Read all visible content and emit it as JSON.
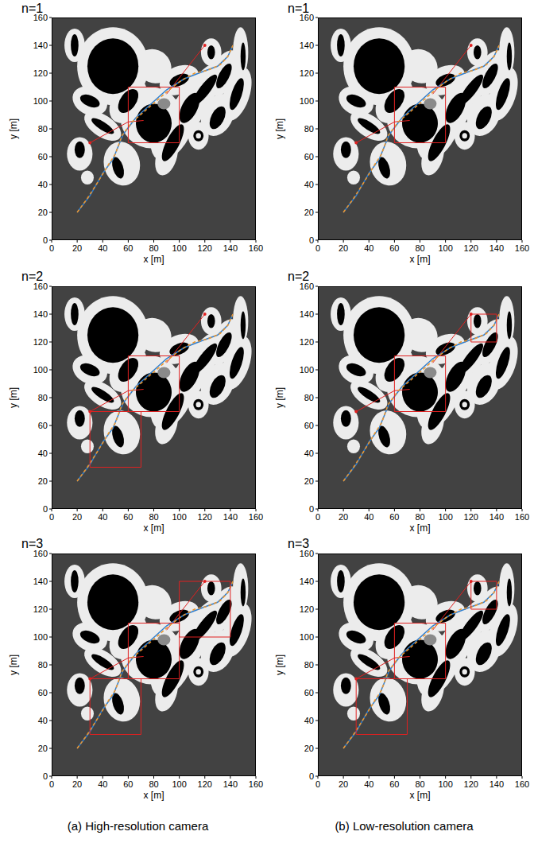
{
  "diagram": {
    "labels": [
      "n=1",
      "y [m]",
      "x [m]",
      "0",
      "20",
      "40",
      "60",
      "80",
      "100",
      "120",
      "140",
      "160",
      "0",
      "20",
      "40",
      "60",
      "80",
      "100",
      "120",
      "140",
      "160",
      "n=1",
      "y [m]",
      "x [m]",
      "0",
      "20",
      "40",
      "60",
      "80",
      "100",
      "120",
      "140",
      "160",
      "0",
      "20",
      "40",
      "60",
      "80",
      "100",
      "120",
      "140",
      "160",
      "n=2",
      "y [m]",
      "x [m]",
      "0",
      "20",
      "40",
      "60",
      "80",
      "100",
      "120",
      "140",
      "160",
      "0",
      "20",
      "40",
      "60",
      "80",
      "100",
      "120",
      "140",
      "160",
      "n=2",
      "y [m]",
      "x [m]",
      "0",
      "20",
      "40",
      "60",
      "80",
      "100",
      "120",
      "140",
      "160",
      "0",
      "20",
      "40",
      "60",
      "80",
      "100",
      "120",
      "140",
      "160",
      "n=3",
      "y [m]",
      "x [m]",
      "0",
      "20",
      "40",
      "60",
      "80",
      "100",
      "120",
      "140",
      "160",
      "0",
      "20",
      "40",
      "60",
      "80",
      "100",
      "120",
      "140",
      "160",
      "n=3",
      "y [m]",
      "x [m]",
      "0",
      "20",
      "40",
      "60",
      "80",
      "100",
      "120",
      "140",
      "160",
      "0",
      "20",
      "40",
      "60",
      "80",
      "100",
      "120",
      "140",
      "160",
      "(a) High-resolution camera",
      "(b) Low-resolution camera"
    ]
  }
}
